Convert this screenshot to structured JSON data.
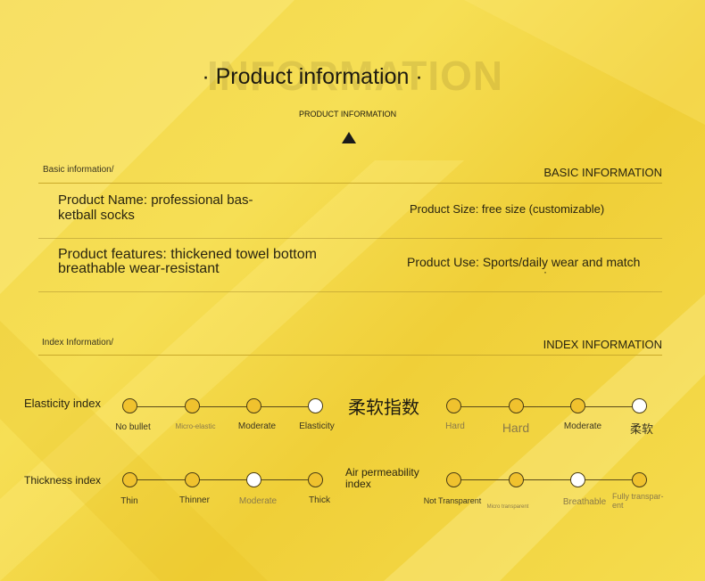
{
  "header": {
    "ghost_text": "INFORMATION",
    "title": "· Product information ·",
    "subtitle": "PRODUCT INFORMATION"
  },
  "basic": {
    "label_left": "Basic information/",
    "label_right": "BASIC INFORMATION",
    "name_line1": "Product Name: professional bas-",
    "name_line2": "ketball socks",
    "size": "Product Size: free size (customizable)",
    "features_line1": "Product features: thickened towel bottom",
    "features_line2": "breathable wear-resistant",
    "use": "Product Use: Sports/daily wear and match",
    "use_dot": "·"
  },
  "index": {
    "label_left": "Index Information/",
    "label_right": "INDEX INFORMATION",
    "elasticity": {
      "name": "Elasticity index",
      "options": [
        "No bullet",
        "Micro-elastic",
        "Moderate",
        "Elasticity"
      ],
      "selected": 3
    },
    "softness": {
      "name": "柔软指数",
      "options": [
        "Hard",
        "Hard",
        "Moderate",
        "柔软"
      ],
      "selected": 3
    },
    "thickness": {
      "name": "Thickness index",
      "options": [
        "Thin",
        "Thinner",
        "Moderate",
        "Thick"
      ],
      "selected": 2
    },
    "air": {
      "name_line1": "Air permeability",
      "name_line2": "index",
      "options": [
        "Not Transparent",
        "Micro transparent",
        "Breathable",
        "Fully transpar-"
      ],
      "option4_line2": "ent",
      "selected": 2
    }
  },
  "colors": {
    "accent": "#f0c22e",
    "background": "#f3d64a",
    "text": "#2a2510"
  }
}
